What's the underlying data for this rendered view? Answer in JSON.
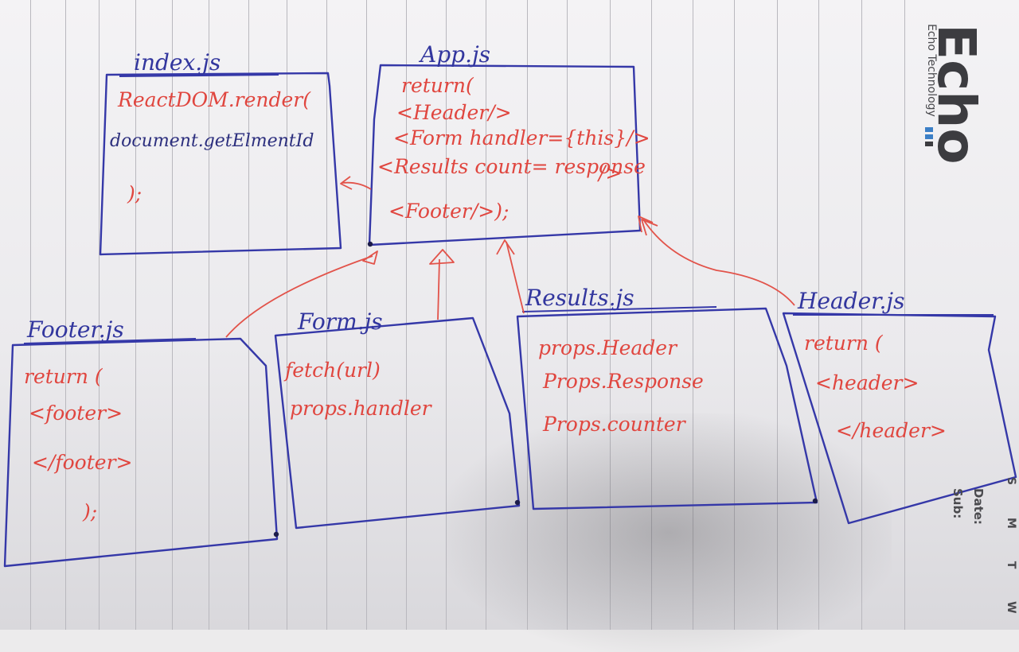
{
  "brand": {
    "logo": "Echo",
    "tagline": "Echo Technology",
    "colors": {
      "blue": "#3b7fc6",
      "dark": "#3c3c40"
    }
  },
  "margin_fields": {
    "date": "Date:",
    "sub": "Sub:",
    "days": "S M T W"
  },
  "colors": {
    "box_ink": "#3538a8",
    "code_ink": "#e0463f",
    "arrow_ink": "#e2534a",
    "paper": "#f4f3f5",
    "ruling": "#b9b8be"
  },
  "boxes": {
    "index": {
      "title": "index.js",
      "lines": [
        "ReactDOM.render(",
        "document.getElmentId",
        ");"
      ]
    },
    "app": {
      "title": "App.js",
      "lines": [
        "return(",
        "<Header/>",
        "<Form handler={this}/>",
        "<Results count= response",
        "/>",
        "<Footer/>);"
      ]
    },
    "footer": {
      "title": "Footer.js",
      "lines": [
        "return (",
        "<footer>",
        "</footer>",
        ");"
      ]
    },
    "form": {
      "title": "Form.js",
      "lines": [
        "fetch(url)",
        "props.handler"
      ]
    },
    "results": {
      "title": "Results.js",
      "lines": [
        "props.Header",
        "Props.Response",
        "Props.counter"
      ]
    },
    "header": {
      "title": "Header.js",
      "lines": [
        "return (",
        "<header>",
        "</header>"
      ]
    }
  }
}
